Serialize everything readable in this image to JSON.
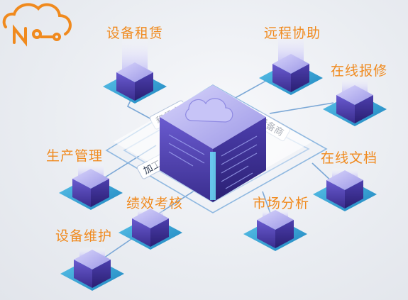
{
  "center": {
    "connector_labels": {
      "rental_provider": "租赁商",
      "equipment_provider": "设备商",
      "processing_plant": "加工厂"
    }
  },
  "modules": {
    "equipment_rental": "设备租赁",
    "remote_assist": "远程协助",
    "online_report": "在线报修",
    "production_mgmt": "生产管理",
    "online_docs": "在线文档",
    "performance": "绩效考核",
    "market_analysis": "市场分析",
    "equipment_maintenance": "设备维护"
  },
  "colors": {
    "label_orange": "#f08a1e",
    "cube_top": "#b8b4f2",
    "cube_side": "#4b3aa8",
    "platform": "#3aa7d6",
    "line": "#6fa0d4"
  },
  "icons": [
    "cloud-logo-icon",
    "center-cloud-icon"
  ]
}
